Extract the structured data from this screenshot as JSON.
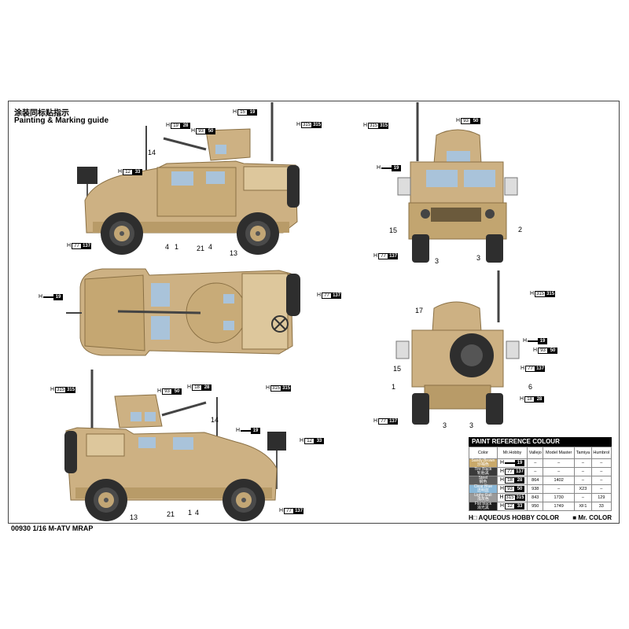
{
  "header": {
    "title_cn": "涂装同标贴指示",
    "title_en": "Painting & Marking guide"
  },
  "footer": {
    "text": "00930 1/16 M-ATV MRAP"
  },
  "callout_numbers": {
    "side_left": [
      "14",
      "4",
      "1",
      "21",
      "4",
      "13"
    ],
    "front": [
      "15",
      "2",
      "3",
      "3"
    ],
    "rear": [
      "17",
      "15",
      "1",
      "6",
      "3",
      "3"
    ],
    "side_right": [
      "14",
      "13",
      "21",
      "1",
      "4"
    ]
  },
  "paint_codes": [
    {
      "id": "sl-h19",
      "h": "H",
      "n1": "19",
      "n2": "28"
    },
    {
      "id": "sl-h93",
      "h": "H",
      "n1": "93",
      "n2": "50"
    },
    {
      "id": "sl-h15",
      "h": "H",
      "n1": "15",
      "n2": "19"
    },
    {
      "id": "sl-h315",
      "h": "H",
      "n1": "315",
      "n2": "315"
    },
    {
      "id": "sl-h12",
      "h": "H",
      "n1": "12",
      "n2": "33"
    },
    {
      "id": "sl-h77",
      "h": "H",
      "n1": "77",
      "n2": "137"
    },
    {
      "id": "tp-h19",
      "h": "H",
      "n1": "",
      "n2": "19"
    },
    {
      "id": "tp-h77",
      "h": "H",
      "n1": "77",
      "n2": "137"
    },
    {
      "id": "fr-h93",
      "h": "H",
      "n1": "93",
      "n2": "50"
    },
    {
      "id": "fr-h315",
      "h": "H",
      "n1": "315",
      "n2": "315"
    },
    {
      "id": "fr-h19",
      "h": "H",
      "n1": "",
      "n2": "19"
    },
    {
      "id": "fr-h77",
      "h": "H",
      "n1": "77",
      "n2": "137"
    },
    {
      "id": "re-h315",
      "h": "H",
      "n1": "315",
      "n2": "315"
    },
    {
      "id": "re-h15",
      "h": "H",
      "n1": "",
      "n2": "19"
    },
    {
      "id": "re-h93",
      "h": "H",
      "n1": "93",
      "n2": "50"
    },
    {
      "id": "re-h77a",
      "h": "H",
      "n1": "77",
      "n2": "137"
    },
    {
      "id": "re-h19",
      "h": "H",
      "n1": "18",
      "n2": "28"
    },
    {
      "id": "re-h77b",
      "h": "H",
      "n1": "77",
      "n2": "137"
    },
    {
      "id": "sr-h315a",
      "h": "H",
      "n1": "315",
      "n2": "315"
    },
    {
      "id": "sr-h315b",
      "h": "H",
      "n1": "315",
      "n2": "315"
    },
    {
      "id": "sr-h93",
      "h": "H",
      "n1": "93",
      "n2": "50"
    },
    {
      "id": "sr-h18",
      "h": "H",
      "n1": "18",
      "n2": "28"
    },
    {
      "id": "sr-h15",
      "h": "H",
      "n1": "",
      "n2": "19"
    },
    {
      "id": "sr-h12",
      "h": "H",
      "n1": "12",
      "n2": "33"
    },
    {
      "id": "sr-h77",
      "h": "H",
      "n1": "77",
      "n2": "137"
    }
  ],
  "paint_reference": {
    "title": "PAINT REFERENCE COLOUR",
    "headers": [
      "Color",
      "Mr.Hobby",
      "Vallejo",
      "Model Master",
      "Tamiya",
      "Humbrol"
    ],
    "rows": [
      {
        "name": "Sandy Brown",
        "name_cn": "沙褐色",
        "swatch": "#c9a96a",
        "h": "H",
        "n1": "",
        "n2": "19",
        "vallejo": "–",
        "mm": "–",
        "tamiya": "–",
        "humbrol": "–"
      },
      {
        "name": "Tire Black",
        "name_cn": "轮胎黑",
        "swatch": "#3a3a3a",
        "h": "H",
        "n1": "77",
        "n2": "137",
        "vallejo": "–",
        "mm": "–",
        "tamiya": "–",
        "humbrol": "–"
      },
      {
        "name": "Steel",
        "name_cn": "钢色",
        "swatch": "#5c5c5c",
        "h": "H",
        "n1": "18",
        "n2": "28",
        "vallejo": "864",
        "mm": "1402",
        "tamiya": "–",
        "humbrol": "–"
      },
      {
        "name": "Clear Blue",
        "name_cn": "透明蓝",
        "swatch": "#8ab8d8",
        "h": "H",
        "n1": "93",
        "n2": "50",
        "vallejo": "938",
        "mm": "–",
        "tamiya": "X23",
        "humbrol": "–"
      },
      {
        "name": "Lighy Gull",
        "name_cn": "浅灰色",
        "swatch": "#9a9a9a",
        "h": "H",
        "n1": "315",
        "n2": "315",
        "vallejo": "843",
        "mm": "1730",
        "tamiya": "–",
        "humbrol": "129"
      },
      {
        "name": "Flat black",
        "name_cn": "消光黑",
        "swatch": "#1e1e1e",
        "h": "H",
        "n1": "12",
        "n2": "33",
        "vallejo": "950",
        "mm": "1749",
        "tamiya": "XF1",
        "humbrol": "33"
      }
    ],
    "legend_aqueous": "H□  AQUEOUS HOBBY COLOR",
    "legend_mr": "■  Mr. COLOR"
  },
  "colors": {
    "sand": "#cdb183",
    "sand_dark": "#a88d5c",
    "sand_light": "#ddc79c",
    "tire": "#2e2e2e",
    "glass": "#a9c3da"
  }
}
